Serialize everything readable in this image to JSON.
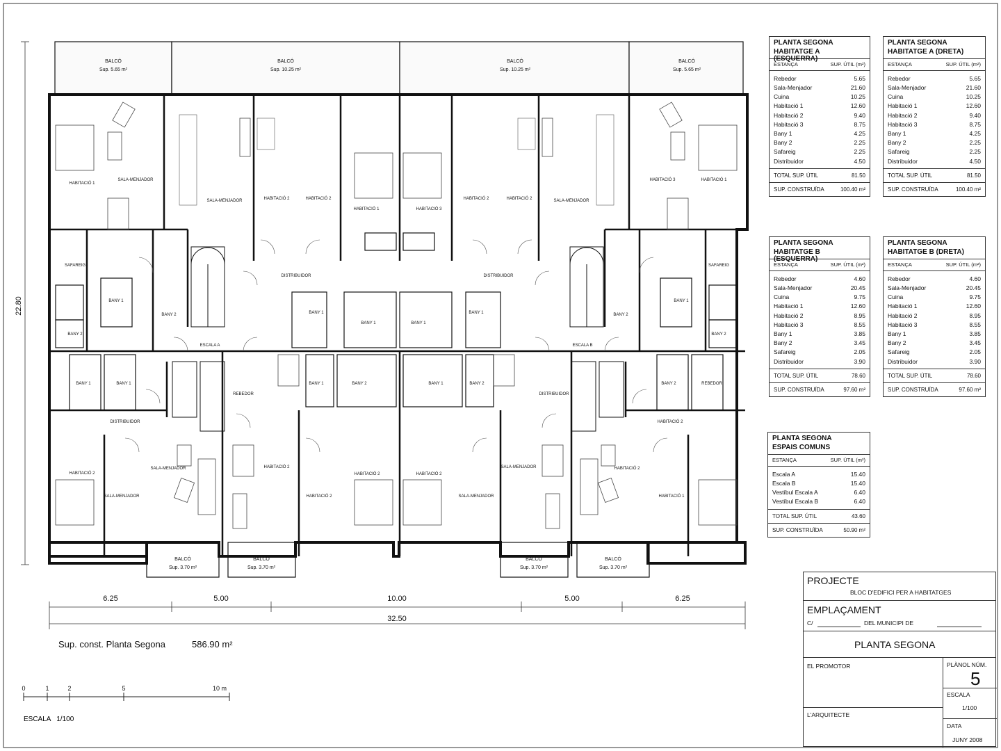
{
  "rooms": [
    {
      "id": "r1",
      "label": "HABITACIÓ 1"
    },
    {
      "id": "r2",
      "label": "SALA-MENJADOR"
    },
    {
      "id": "r3",
      "label": "SALA-MENJADOR"
    },
    {
      "id": "r4",
      "label": "HABITACIÓ 2"
    },
    {
      "id": "r5",
      "label": "HABITACIÓ 2"
    },
    {
      "id": "r6",
      "label": "HABITACIÓ 1"
    },
    {
      "id": "r7",
      "label": "HABITACIÓ 3"
    },
    {
      "id": "r8",
      "label": "HABITACIÓ 2"
    },
    {
      "id": "r9",
      "label": "HABITACIÓ 2"
    },
    {
      "id": "r10",
      "label": "SALA-MENJADOR"
    },
    {
      "id": "r11",
      "label": "HABITACIÓ 3"
    },
    {
      "id": "r12",
      "label": "HABITACIÓ 1"
    },
    {
      "id": "r13",
      "label": "SAFAREIG"
    },
    {
      "id": "r14",
      "label": "BANY 1"
    },
    {
      "id": "r15",
      "label": "BANY 2"
    },
    {
      "id": "r16",
      "label": "BANY 2"
    },
    {
      "id": "r17",
      "label": "DISTRIBUIDOR"
    },
    {
      "id": "r18",
      "label": "DISTRIBUIDOR"
    },
    {
      "id": "r19",
      "label": "BANY 1"
    },
    {
      "id": "r20",
      "label": "BANY 1"
    },
    {
      "id": "r21",
      "label": "BANY 1"
    },
    {
      "id": "r22",
      "label": "BANY 1"
    },
    {
      "id": "r23",
      "label": "ESCALA A"
    },
    {
      "id": "r24",
      "label": "ESCALA B"
    },
    {
      "id": "r25",
      "label": "BANY 2"
    },
    {
      "id": "r26",
      "label": "BANY 1"
    },
    {
      "id": "r27",
      "label": "SAFAREIG"
    },
    {
      "id": "r28",
      "label": "BANY 2"
    },
    {
      "id": "r29",
      "label": "BANY 1"
    },
    {
      "id": "r30",
      "label": "BANY 1"
    },
    {
      "id": "r31",
      "label": "BANY 2"
    },
    {
      "id": "r32",
      "label": "REBEDOR"
    },
    {
      "id": "r33",
      "label": "BANY 1"
    },
    {
      "id": "r34",
      "label": "BANY 2"
    },
    {
      "id": "r35",
      "label": "REBEDOR"
    },
    {
      "id": "r36",
      "label": "BANY 1"
    },
    {
      "id": "r37",
      "label": "BANY 2"
    },
    {
      "id": "r38",
      "label": "DISTRIBUIDOR"
    },
    {
      "id": "r39",
      "label": "DISTRIBUIDOR"
    },
    {
      "id": "r40",
      "label": "HABITACIÓ 2"
    },
    {
      "id": "r41",
      "label": "HABITACIÓ 2"
    },
    {
      "id": "r42",
      "label": "SALA-MENJADOR"
    },
    {
      "id": "r43",
      "label": "SALA-MENJADOR"
    },
    {
      "id": "r44",
      "label": "HABITACIÓ 2"
    },
    {
      "id": "r45",
      "label": "HABITACIÓ 2"
    },
    {
      "id": "r46",
      "label": "HABITACIÓ 2"
    },
    {
      "id": "r47",
      "label": "HABITACIÓ 2"
    },
    {
      "id": "r48",
      "label": "SALA-MENJADOR"
    },
    {
      "id": "r49",
      "label": "SALA-MENJADOR"
    },
    {
      "id": "r50",
      "label": "HABITACIÓ 2"
    },
    {
      "id": "r51",
      "label": "HABITACIÓ 1"
    }
  ],
  "balconies": [
    {
      "label": "BALCÓ",
      "area": "Sup. 5.65 m²"
    },
    {
      "label": "BALCÓ",
      "area": "Sup. 10.25 m²"
    },
    {
      "label": "BALCÓ",
      "area": "Sup. 10.25 m²"
    },
    {
      "label": "BALCÓ",
      "area": "Sup. 5.65 m²"
    },
    {
      "label": "BALCÓ",
      "area": "Sup. 3.70 m²"
    },
    {
      "label": "BALCÓ",
      "area": "Sup. 3.70 m²"
    },
    {
      "label": "BALCÓ",
      "area": "Sup. 3.70 m²"
    },
    {
      "label": "BALCÓ",
      "area": "Sup. 3.70 m²"
    }
  ],
  "dimensions": {
    "segments": [
      "6.25",
      "5.00",
      "10.00",
      "5.00",
      "6.25"
    ],
    "total": "32.50",
    "height": "22.80"
  },
  "surface": {
    "label": "Sup. const. Planta Segona",
    "value": "586.90 m²"
  },
  "scale_bar": {
    "ticks": [
      "0",
      "1",
      "2",
      "5",
      "10 m"
    ],
    "label": "ESCALA   1/100"
  },
  "tables": [
    {
      "title1": "PLANTA SEGONA",
      "title2": "HABITATGE A (ESQUERRA)",
      "h1": "ESTANÇA",
      "h2": "SUP. ÚTIL (m²)",
      "rows": [
        [
          "Rebedor",
          "5.65"
        ],
        [
          "Sala-Menjador",
          "21.60"
        ],
        [
          "Cuina",
          "10.25"
        ],
        [
          "Habitació 1",
          "12.60"
        ],
        [
          "Habitació 2",
          "9.40"
        ],
        [
          "Habitació 3",
          "8.75"
        ],
        [
          "Bany 1",
          "4.25"
        ],
        [
          "Bany 2",
          "2.25"
        ],
        [
          "Safareig",
          "2.25"
        ],
        [
          "Distribuidor",
          "4.50"
        ]
      ],
      "total_label": "TOTAL SUP. ÚTIL",
      "total": "81.50",
      "built_label": "SUP. CONSTRUÏDA",
      "built": "100.40 m²"
    },
    {
      "title1": "PLANTA SEGONA",
      "title2": "HABITATGE A (DRETA)",
      "h1": "ESTANÇA",
      "h2": "SUP. ÚTIL (m²)",
      "rows": [
        [
          "Rebedor",
          "5.65"
        ],
        [
          "Sala-Menjador",
          "21.60"
        ],
        [
          "Cuina",
          "10.25"
        ],
        [
          "Habitació 1",
          "12.60"
        ],
        [
          "Habitació 2",
          "9.40"
        ],
        [
          "Habitació 3",
          "8.75"
        ],
        [
          "Bany 1",
          "4.25"
        ],
        [
          "Bany 2",
          "2.25"
        ],
        [
          "Safareig",
          "2.25"
        ],
        [
          "Distribuidor",
          "4.50"
        ]
      ],
      "total_label": "TOTAL SUP. ÚTIL",
      "total": "81.50",
      "built_label": "SUP. CONSTRUÏDA",
      "built": "100.40 m²"
    },
    {
      "title1": "PLANTA SEGONA",
      "title2": "HABITATGE B (ESQUERRA)",
      "h1": "ESTANÇA",
      "h2": "SUP. ÚTIL (m²)",
      "rows": [
        [
          "Rebedor",
          "4.60"
        ],
        [
          "Sala-Menjador",
          "20.45"
        ],
        [
          "Cuina",
          "9.75"
        ],
        [
          "Habitació 1",
          "12.60"
        ],
        [
          "Habitació 2",
          "8.95"
        ],
        [
          "Habitació 3",
          "8.55"
        ],
        [
          "Bany 1",
          "3.85"
        ],
        [
          "Bany 2",
          "3.45"
        ],
        [
          "Safareig",
          "2.05"
        ],
        [
          "Distribuidor",
          "3.90"
        ]
      ],
      "total_label": "TOTAL SUP. ÚTIL",
      "total": "78.60",
      "built_label": "SUP. CONSTRUÏDA",
      "built": "97.60 m²"
    },
    {
      "title1": "PLANTA SEGONA",
      "title2": "HABITATGE B (DRETA)",
      "h1": "ESTANÇA",
      "h2": "SUP. ÚTIL (m²)",
      "rows": [
        [
          "Rebedor",
          "4.60"
        ],
        [
          "Sala-Menjador",
          "20.45"
        ],
        [
          "Cuina",
          "9.75"
        ],
        [
          "Habitació 1",
          "12.60"
        ],
        [
          "Habitació 2",
          "8.95"
        ],
        [
          "Habitació 3",
          "8.55"
        ],
        [
          "Bany 1",
          "3.85"
        ],
        [
          "Bany 2",
          "3.45"
        ],
        [
          "Safareig",
          "2.05"
        ],
        [
          "Distribuidor",
          "3.90"
        ]
      ],
      "total_label": "TOTAL SUP. ÚTIL",
      "total": "78.60",
      "built_label": "SUP. CONSTRUÏDA",
      "built": "97.60 m²"
    },
    {
      "title1": "PLANTA SEGONA",
      "title2": "ESPAIS COMUNS",
      "h1": "ESTANÇA",
      "h2": "SUP. ÚTIL (m²)",
      "rows": [
        [
          "Escala A",
          "15.40"
        ],
        [
          "Escala B",
          "15.40"
        ],
        [
          "Vestíbul Escala A",
          "6.40"
        ],
        [
          "Vestíbul Escala B",
          "6.40"
        ]
      ],
      "total_label": "TOTAL SUP. ÚTIL",
      "total": "43.60",
      "built_label": "SUP. CONSTRUÏDA",
      "built": "50.90 m²"
    }
  ],
  "title_block": {
    "projecte": "PROJECTE",
    "projecte_desc": "BLOC D'EDIFICI PER A HABITATGES",
    "emplacament": "EMPLAÇAMENT",
    "carrer": "C/",
    "municipi": "DEL MUNICIPI DE",
    "plan_title": "PLANTA SEGONA",
    "promotor": "EL PROMOTOR",
    "arquitecte": "L'ARQUITECTE",
    "planol_label": "PLÀNOL NÚM.",
    "planol_num": "5",
    "escala_label": "ESCALA",
    "escala": "1/100",
    "data_label": "DATA",
    "data": "JUNY 2008"
  }
}
